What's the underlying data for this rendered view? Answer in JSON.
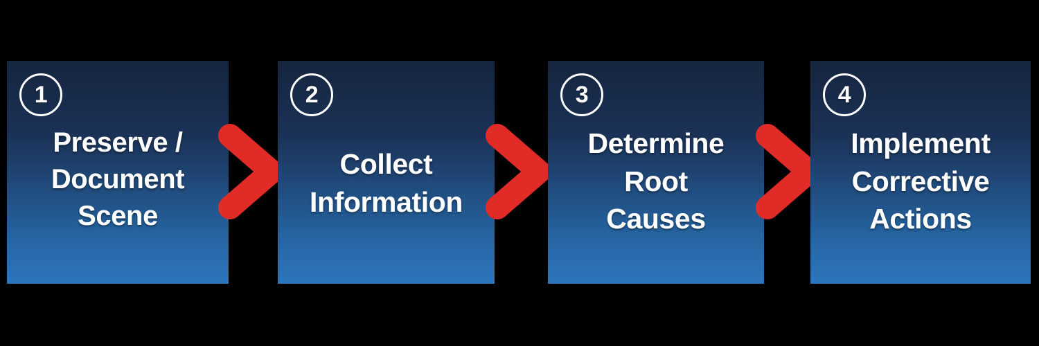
{
  "diagram": {
    "type": "horizontal-process-flow",
    "title": "",
    "background_color": "#000000",
    "step_count": 4,
    "box_gradient": {
      "top": "#15253e",
      "bottom": "#2d76bc"
    },
    "arrow_color": "#e02b27",
    "text_color": "#ffffff",
    "badge_border_color": "#ffffff"
  },
  "steps": [
    {
      "number": "1",
      "label": "Preserve /\nDocument\nScene"
    },
    {
      "number": "2",
      "label": "Collect\nInformation"
    },
    {
      "number": "3",
      "label": "Determine\nRoot\nCauses"
    },
    {
      "number": "4",
      "label": "Implement\nCorrective\nActions"
    }
  ],
  "connectors": [
    {
      "from": "1",
      "to": "2",
      "icon": "chevron-right-icon"
    },
    {
      "from": "2",
      "to": "3",
      "icon": "chevron-right-icon"
    },
    {
      "from": "3",
      "to": "4",
      "icon": "chevron-right-icon"
    }
  ]
}
